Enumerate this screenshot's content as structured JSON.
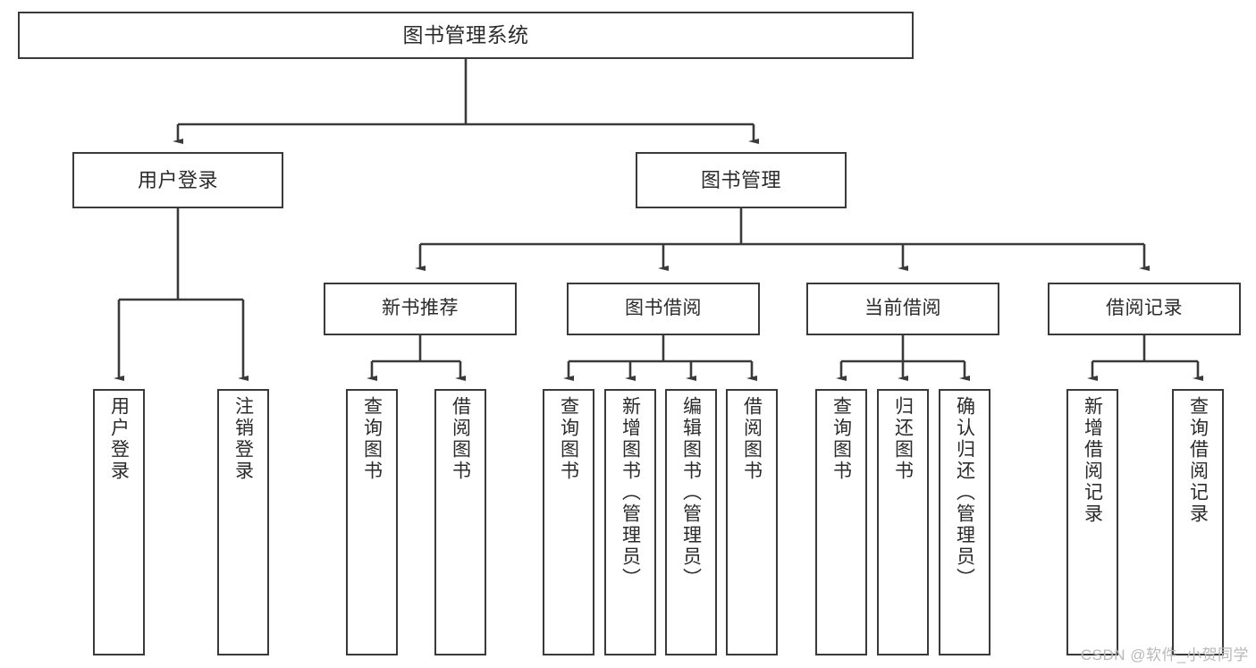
{
  "diagram": {
    "title": "图书管理系统",
    "type": "tree-hierarchy-chart",
    "root": {
      "label": "图书管理系统"
    },
    "level2": [
      {
        "label": "用户登录"
      },
      {
        "label": "图书管理"
      }
    ],
    "level3": [
      {
        "label": "新书推荐"
      },
      {
        "label": "图书借阅"
      },
      {
        "label": "当前借阅"
      },
      {
        "label": "借阅记录"
      }
    ],
    "leaves": [
      {
        "label": "用户登录"
      },
      {
        "label": "注销登录"
      },
      {
        "label": "查询图书"
      },
      {
        "label": "借阅图书"
      },
      {
        "label": "查询图书"
      },
      {
        "label": "新增图书（管理员）"
      },
      {
        "label": "编辑图书（管理员）"
      },
      {
        "label": "借阅图书"
      },
      {
        "label": "查询图书"
      },
      {
        "label": "归还图书"
      },
      {
        "label": "确认归还（管理员）"
      },
      {
        "label": "新增借阅记录"
      },
      {
        "label": "查询借阅记录"
      }
    ]
  },
  "watermark": {
    "text": "CSDN @软件_小贺同学"
  },
  "colors": {
    "border": "#3a3a3a",
    "text": "#2b2b2b",
    "background": "#ffffff",
    "watermark": "#b8b8b8"
  }
}
